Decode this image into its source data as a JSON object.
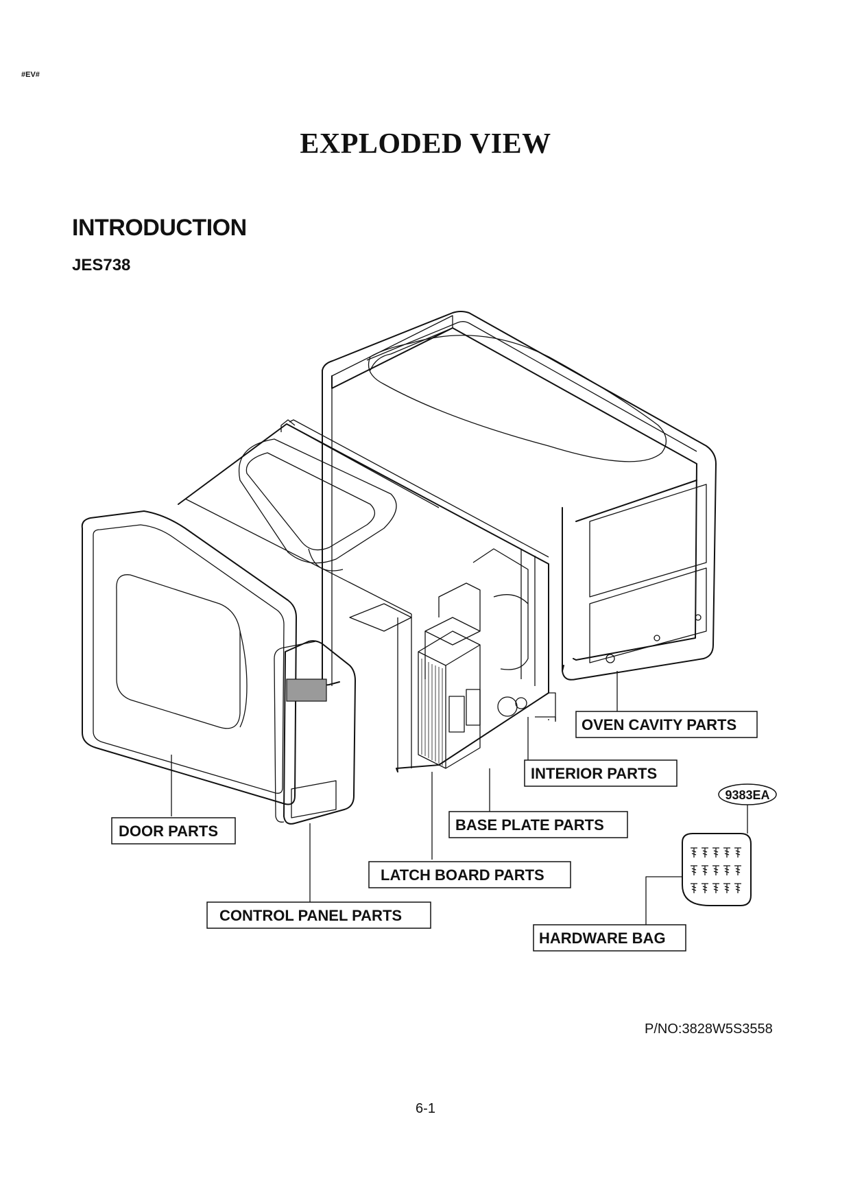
{
  "header": {
    "tag": "#EV#",
    "title": "EXPLODED VIEW"
  },
  "section": {
    "heading": "INTRODUCTION",
    "model": "JES738"
  },
  "callouts": {
    "oven_cavity": "OVEN CAVITY PARTS",
    "interior": "INTERIOR PARTS",
    "base_plate": "BASE PLATE PARTS",
    "latch_board": "LATCH BOARD PARTS",
    "control_panel": "CONTROL PANEL PARTS",
    "door": "DOOR PARTS",
    "hardware_bag": "HARDWARE BAG",
    "hardware_code": "9383EA"
  },
  "footer": {
    "part_number": "P/NO:3828W5S3558",
    "page": "6-1"
  }
}
